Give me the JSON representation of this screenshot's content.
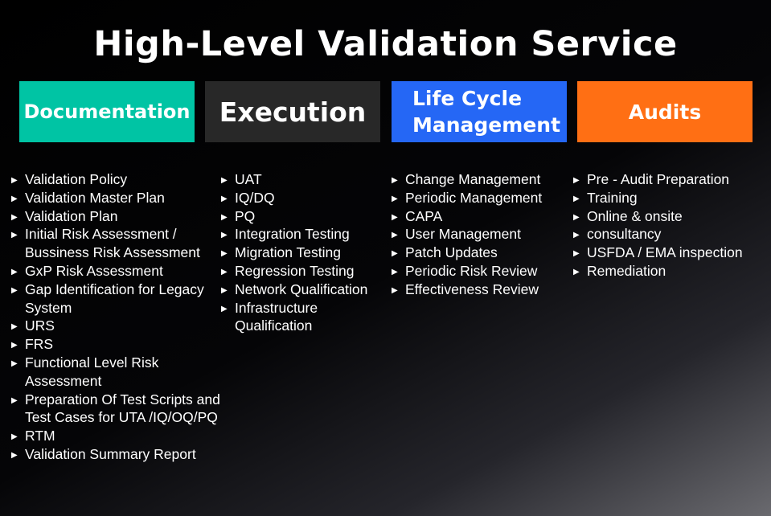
{
  "title": "High-Level Validation Service",
  "colors": {
    "documentation": "#00c4a4",
    "execution": "#282828",
    "life_cycle": "#2567f5",
    "audits": "#ff6f14"
  },
  "columns": [
    {
      "header": "Documentation",
      "items": [
        "Validation Policy",
        "Validation Master Plan",
        "Validation Plan",
        "Initial Risk Assessment / Bussiness Risk Assessment",
        "GxP Risk Assessment",
        "Gap Identification for Legacy System",
        "URS",
        "FRS",
        "Functional Level Risk Assessment",
        "Preparation Of Test Scripts and Test Cases for UTA /IQ/OQ/PQ",
        "RTM",
        "Validation Summary Report"
      ]
    },
    {
      "header": "Execution",
      "items": [
        "UAT",
        "IQ/DQ",
        "PQ",
        "Integration Testing",
        "Migration Testing",
        "Regression Testing",
        "Network Qualification",
        "Infrastructure Qualification"
      ]
    },
    {
      "header_lines": [
        "Life Cycle",
        "Management"
      ],
      "items": [
        "Change Management",
        "Periodic Management",
        "CAPA",
        "User Management",
        "Patch Updates",
        "Periodic Risk Review",
        "Effectiveness Review"
      ]
    },
    {
      "header": "Audits",
      "items": [
        "Pre - Audit Preparation",
        "Training",
        "Online & onsite",
        "consultancy",
        "USFDA / EMA inspection",
        "Remediation"
      ]
    }
  ]
}
